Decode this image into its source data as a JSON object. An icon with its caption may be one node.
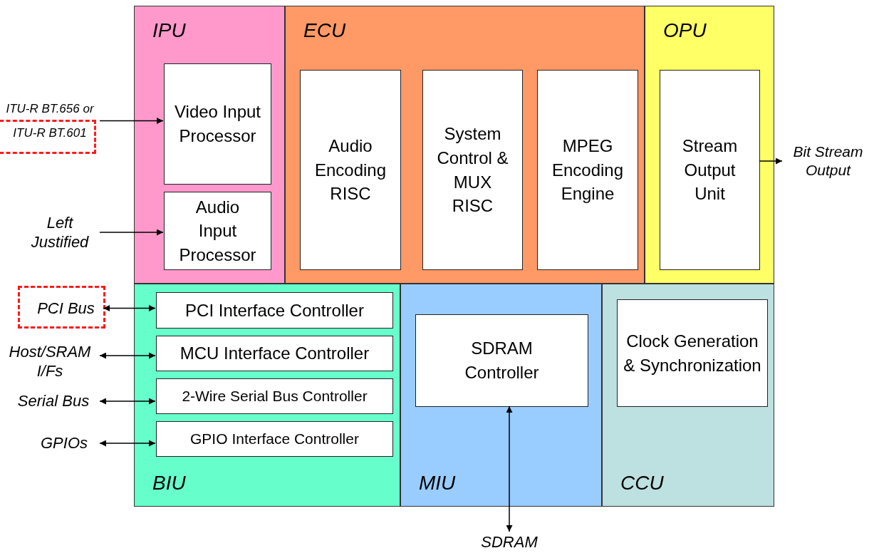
{
  "diagram": {
    "nodes": [
      {
        "text": [
          "IPU"
        ]
      },
      {
        "text": [
          "Video Input Processor"
        ],
        "in": 0
      },
      {
        "text": [
          "Audio Input Processor"
        ],
        "in": 0
      },
      {
        "text": [
          "ECU"
        ]
      },
      {
        "text": [
          "Audio Encoding RISC"
        ],
        "in": 3
      },
      {
        "text": [
          "System Control & MUX RISC"
        ],
        "in": 3
      },
      {
        "text": [
          "MPEG Encoding Engine"
        ],
        "in": 3
      },
      {
        "text": [
          "OPU"
        ]
      },
      {
        "text": [
          "Stream Output Unit"
        ],
        "in": 7
      },
      {
        "text": [
          "BIU"
        ]
      },
      {
        "text": [
          "PCI Interface Controller"
        ],
        "in": 9
      },
      {
        "text": [
          "MCU Interface Controller"
        ],
        "in": 9
      },
      {
        "text": [
          "2-Wire Serial Bus Controller"
        ],
        "in": 9
      },
      {
        "text": [
          "GPIO Interface Controller"
        ],
        "in": 9
      },
      {
        "text": [
          "MIU"
        ]
      },
      {
        "text": [
          "SDRAM Controller"
        ],
        "in": 14
      },
      {
        "text": [
          "CCU"
        ]
      },
      {
        "text": [
          "Clock Generation & Synchronization"
        ],
        "in": 16
      },
      {
        "text": [
          "ITU-R BT.656 or",
          "ITU-R BT.601"
        ]
      },
      {
        "text": [
          "Left Justified"
        ]
      },
      {
        "text": [
          "PCI Bus"
        ]
      },
      {
        "text": [
          "Host/SRAM I/Fs"
        ]
      },
      {
        "text": [
          "Serial Bus"
        ]
      },
      {
        "text": [
          "GPIOs"
        ]
      },
      {
        "text": [
          "Bit Stream Output"
        ]
      },
      {
        "text": [
          "SDRAM"
        ]
      }
    ],
    "edges": [
      {
        "from": 18,
        "to": 1,
        "arrow": "to"
      },
      {
        "from": 19,
        "to": 2,
        "arrow": "to"
      },
      {
        "from": 20,
        "to": 10,
        "arrow": "both"
      },
      {
        "from": 21,
        "to": 11,
        "arrow": "both"
      },
      {
        "from": 22,
        "to": 12,
        "arrow": "both"
      },
      {
        "from": 23,
        "to": 13,
        "arrow": "both"
      },
      {
        "from": 8,
        "to": 24,
        "arrow": "to"
      },
      {
        "from": 15,
        "to": 25,
        "arrow": "both"
      }
    ]
  }
}
